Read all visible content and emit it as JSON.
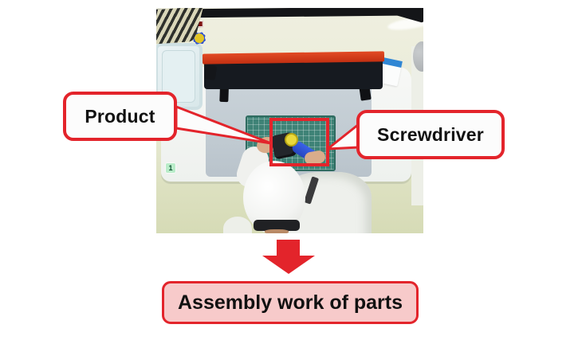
{
  "figure": {
    "callouts": [
      {
        "id": "product",
        "label": "Product"
      },
      {
        "id": "screwdriver",
        "label": "Screwdriver"
      }
    ],
    "result_label": "Assembly work of parts",
    "arrow_icon": "down-arrow",
    "colors": {
      "accent_red": "#e3242b",
      "result_fill": "#f7caca",
      "callout_fill": "#fcfcfc",
      "text": "#111111"
    },
    "photo": {
      "description": "overhead-view-of-worker-assembling-parts-at-workstation",
      "station_tag": "1",
      "red_bin_parts": [
        "#a7abb0",
        "#9aa0a6",
        "#2b4fd0",
        "#8d949c",
        "#2e50cf",
        "#2b4fd0",
        "#2f52d2",
        "#e3c522"
      ],
      "blue_bin_count": 6
    }
  }
}
